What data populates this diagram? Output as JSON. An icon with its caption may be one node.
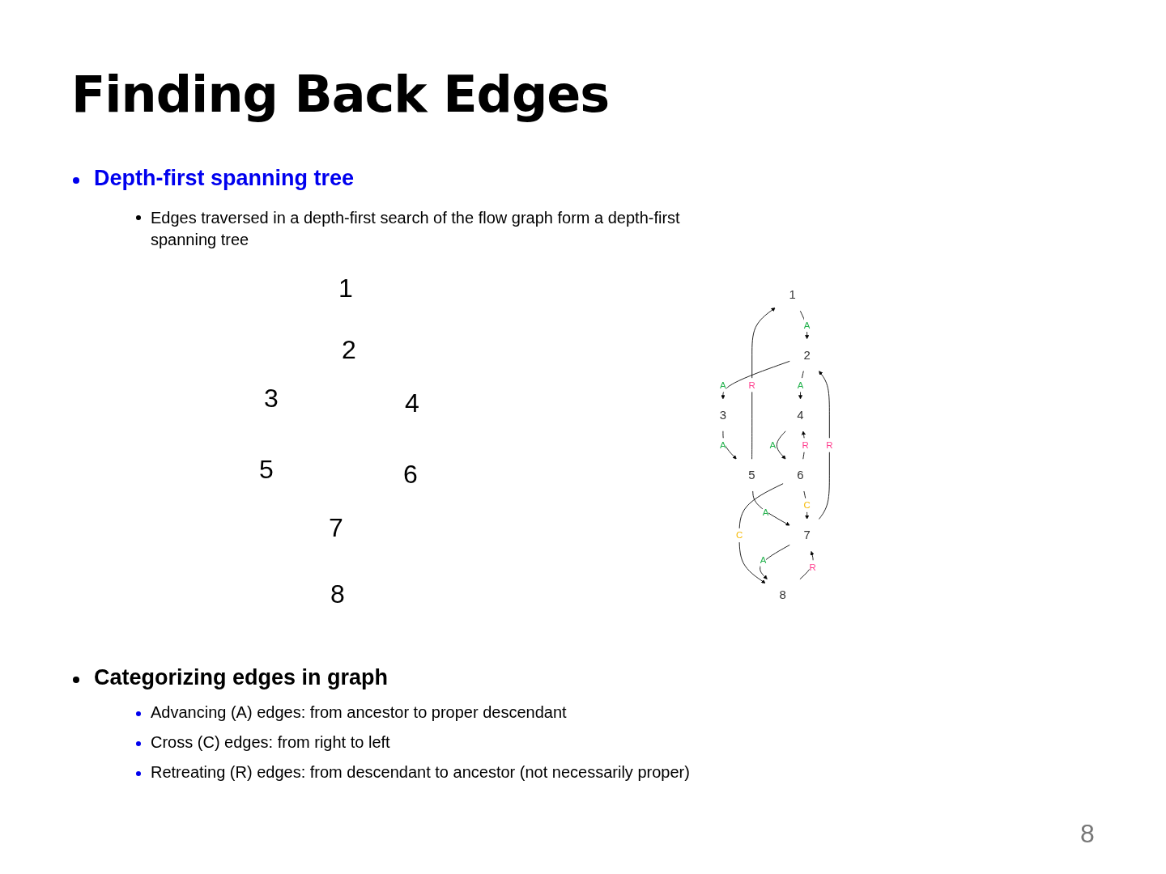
{
  "diagram": {
    "title": "Finding Back Edges",
    "nodes": [
      {
        "text": [
          "1"
        ]
      },
      {
        "text": [
          "2"
        ]
      },
      {
        "text": [
          "3"
        ]
      },
      {
        "text": [
          "4"
        ]
      },
      {
        "text": [
          "5"
        ]
      },
      {
        "text": [
          "6"
        ]
      },
      {
        "text": [
          "7"
        ]
      },
      {
        "text": [
          "8"
        ]
      }
    ],
    "edges": [
      {
        "from": 0,
        "to": 1,
        "arrow": "to",
        "label": "A"
      },
      {
        "from": 1,
        "to": 2,
        "arrow": "to",
        "label": "A"
      },
      {
        "from": 1,
        "to": 3,
        "arrow": "to",
        "label": "A"
      },
      {
        "from": 2,
        "to": 4,
        "arrow": "to",
        "label": "A"
      },
      {
        "from": 3,
        "to": 5,
        "arrow": "to",
        "label": "A"
      },
      {
        "from": 4,
        "to": 6,
        "arrow": "to",
        "label": "A"
      },
      {
        "from": 5,
        "to": 6,
        "arrow": "to",
        "label": "C"
      },
      {
        "from": 5,
        "to": 7,
        "arrow": "to",
        "label": "C"
      },
      {
        "from": 6,
        "to": 7,
        "arrow": "to",
        "label": "A"
      },
      {
        "from": 5,
        "to": 3,
        "arrow": "to",
        "label": "R"
      },
      {
        "from": 7,
        "to": 6,
        "arrow": "to",
        "label": "R"
      },
      {
        "from": 4,
        "to": 0,
        "arrow": "to",
        "label": "R"
      },
      {
        "from": 6,
        "to": 1,
        "arrow": "to",
        "label": "R"
      }
    ],
    "labels": [
      "Depth-first spanning tree",
      "Edges traversed in a depth-first search of the flow graph form a depth-first spanning tree",
      "1",
      "2",
      "3",
      "4",
      "5",
      "6",
      "7",
      "8",
      "Categorizing edges in graph",
      "Advancing (A) edges: from ancestor to proper descendant",
      "Cross (C) edges: from right to left",
      "Retreating (R) edges: from descendant to ancestor (not necessarily proper)",
      "8"
    ]
  }
}
